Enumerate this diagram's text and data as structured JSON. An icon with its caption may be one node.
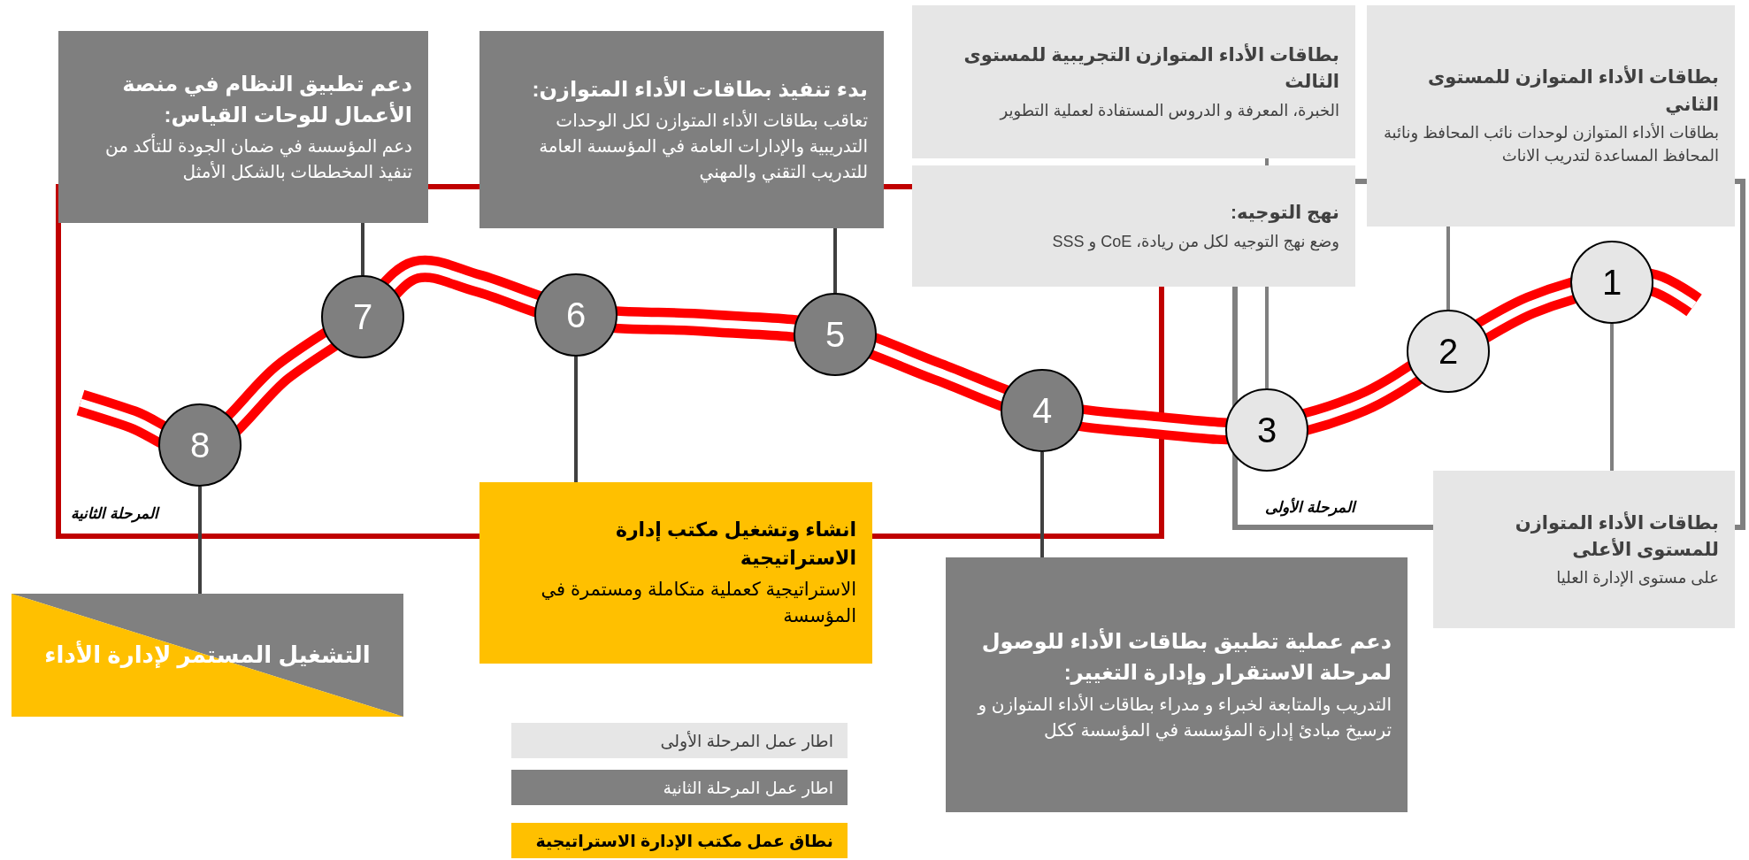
{
  "diagram": {
    "nodes": [
      {
        "text": [
          "بطاقات الأداء المتوازن للمستوى الثاني",
          "بطاقات الأداء المتوازن لوحدات نائب المحافظ ونائبة المحافظ المساعدة لتدريب الاناث"
        ]
      },
      {
        "text": [
          "بطاقات الأداء المتوازن التجريبية للمستوى الثالث",
          "الخبرة، المعرفة و الدروس المستفادة لعملية التطوير"
        ]
      },
      {
        "text": [
          "نهج التوجيه:",
          "وضع نهج التوجيه لكل من ريادة،  CoE و SSS"
        ]
      },
      {
        "text": [
          "بدء تنفيذ بطاقات الأداء المتوازن:",
          "تعاقب بطاقات الأداء المتوازن لكل الوحدات التدريبية والإدارات العامة في المؤسسة العامة للتدريب التقني والمهني"
        ]
      },
      {
        "text": [
          "دعم تطبيق النظام في منصة الأعمال للوحات القياس:",
          "دعم المؤسسة في ضمان الجودة للتأكد من تنفيذ المخططات بالشكل الأمثل"
        ]
      },
      {
        "text": [
          "1"
        ]
      },
      {
        "text": [
          "2"
        ]
      },
      {
        "text": [
          "3"
        ]
      },
      {
        "text": [
          "4"
        ]
      },
      {
        "text": [
          "5"
        ]
      },
      {
        "text": [
          "6"
        ]
      },
      {
        "text": [
          "7"
        ]
      },
      {
        "text": [
          "8"
        ]
      },
      {
        "text": [
          "بطاقات الأداء المتوازن للمستوى الأعلى",
          "على مستوى الإدارة العليا"
        ]
      },
      {
        "text": [
          "دعم عملية تطبيق بطاقات الأداء للوصول لمرحلة الاستقرار وإدارة التغيير:",
          "التدريب والمتابعة لخبراء و مدراء بطاقات الأداء المتوازن و ترسيخ مبادئ إدارة المؤسسة في المؤسسة ككل"
        ]
      },
      {
        "text": [
          "انشاء وتشغيل مكتب إدارة الاستراتيجية",
          "الاستراتيجية كعملية متكاملة ومستمرة في المؤسسة"
        ]
      },
      {
        "text": [
          "التشغيل المستمر لإدارة الأداء"
        ]
      }
    ],
    "labels": [
      "المرحلة الثانية",
      "المرحلة الأولى"
    ],
    "edges": [
      {
        "from": 11,
        "to": 4,
        "arrow": "none"
      },
      {
        "from": 10,
        "to": 15,
        "arrow": "none"
      },
      {
        "from": 9,
        "to": 3,
        "arrow": "none"
      },
      {
        "from": 8,
        "to": 14,
        "arrow": "none"
      },
      {
        "from": 12,
        "to": 16,
        "arrow": "none"
      },
      {
        "from": 7,
        "to": 2,
        "arrow": "none",
        "color": "#808080"
      },
      {
        "from": 2,
        "to": 1,
        "arrow": "none",
        "color": "#808080"
      },
      {
        "from": 6,
        "to": 0,
        "arrow": "none",
        "color": "#808080"
      },
      {
        "from": 5,
        "to": 13,
        "arrow": "none",
        "color": "#808080"
      }
    ],
    "legend": [
      {
        "text": "اطار عمل المرحلة الأولى",
        "color": "#e6e6e6"
      },
      {
        "text": "اطار عمل المرحلة الثانية",
        "color": "#808080"
      },
      {
        "text": "نطاق عمل مكتب الإدارة الاستراتيجية",
        "color": "#ffc000"
      }
    ]
  }
}
